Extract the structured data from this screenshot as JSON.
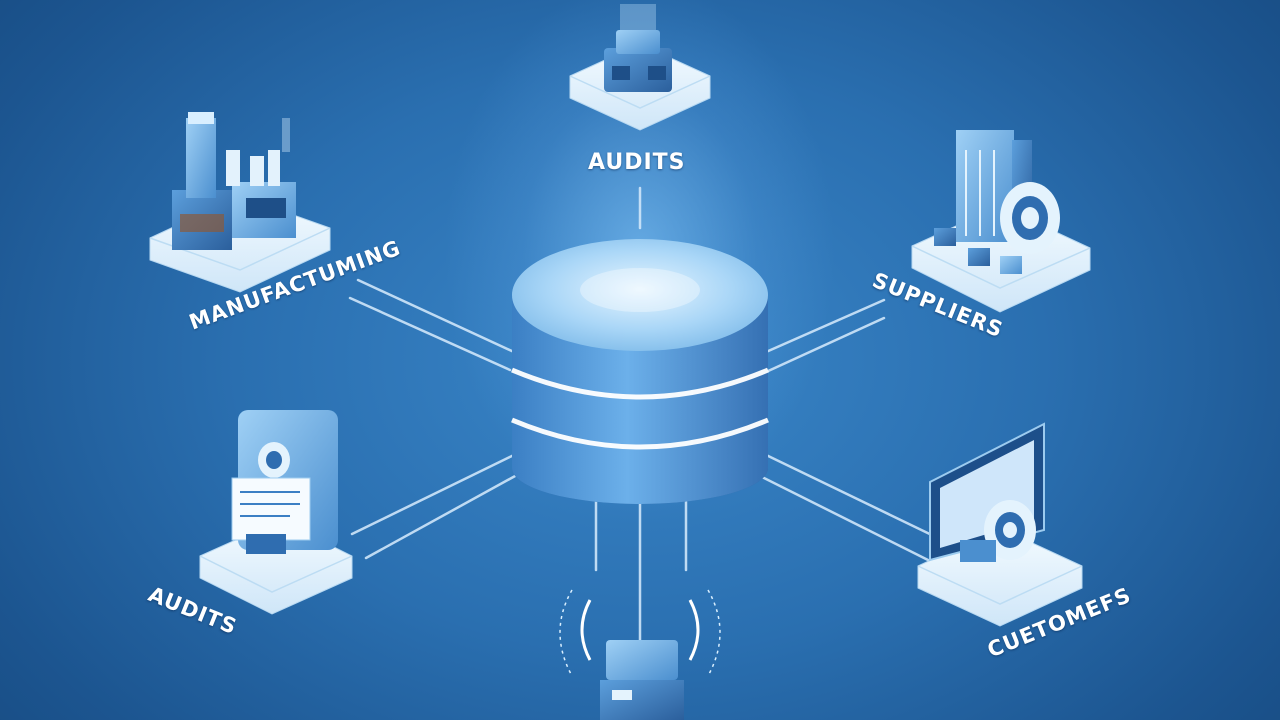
{
  "diagram": {
    "center": {
      "name": "database"
    },
    "nodes": [
      {
        "id": "top",
        "label": "AUDITS",
        "icon": "server-icon"
      },
      {
        "id": "manufacturing",
        "label": "MANUFACTUMING",
        "icon": "factory-icon"
      },
      {
        "id": "suppliers",
        "label": "SUPPLIERS",
        "icon": "warehouse-icon"
      },
      {
        "id": "audits-left",
        "label": "AUDITS",
        "icon": "document-scanner-icon"
      },
      {
        "id": "customers",
        "label": "CUETOMEFS",
        "icon": "monitor-icon"
      },
      {
        "id": "bottom",
        "label": "",
        "icon": "server-signal-icon"
      }
    ]
  },
  "colors": {
    "background": "#2a6fb0",
    "connector": "#cfe6fa",
    "platform": "#e8f4fd",
    "cylinder": "#4f95d6",
    "label": "#ffffff"
  }
}
